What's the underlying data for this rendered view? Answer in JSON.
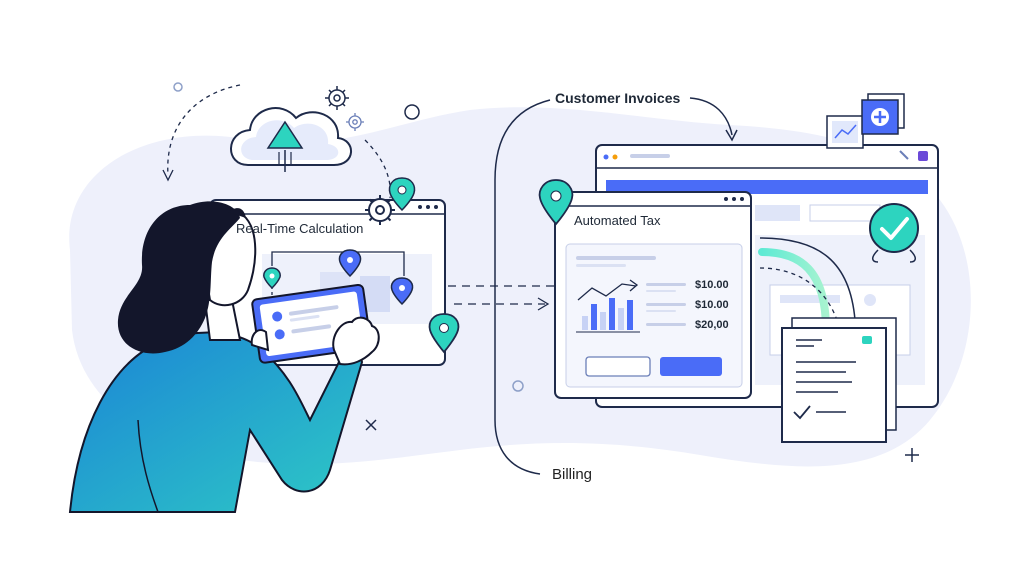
{
  "labels": {
    "customer_invoices": "Customer Invoices",
    "billing": "Billing"
  },
  "calc_window": {
    "title": "Real-Time Calculation"
  },
  "tax_window": {
    "title": "Automated Tax",
    "line_items": [
      "$10.00",
      "$10.00",
      "$20,00"
    ]
  },
  "icons": {
    "cloud": "cloud-upload-icon",
    "gears": "gear-icon",
    "pins": "map-pin-icon",
    "check": "check-badge-icon",
    "chart": "chart-card-icon",
    "plus": "plus-card-icon",
    "document": "checklist-document-icon"
  },
  "colors": {
    "accent_teal": "#2dd4bf",
    "accent_blue": "#4a6cf7",
    "navy": "#1e2a4a",
    "background_blob": "#eef0fb",
    "shirt_blue": "#2f8fd8",
    "hair": "#13162b"
  }
}
